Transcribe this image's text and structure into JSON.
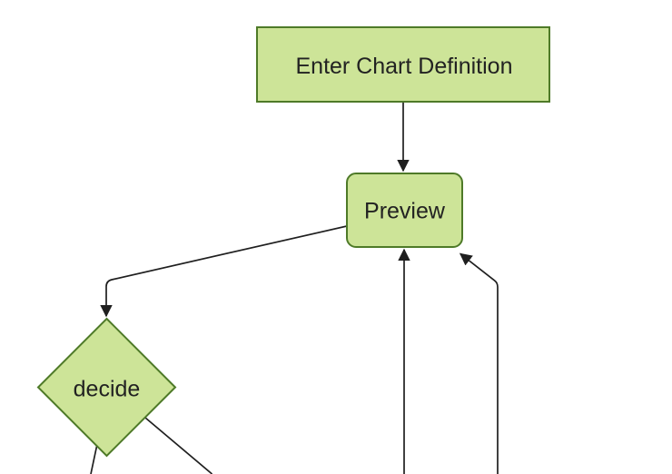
{
  "diagram": {
    "type": "flowchart",
    "direction": "top-down",
    "nodes": [
      {
        "id": "enter-chart-definition",
        "label": "Enter Chart Definition",
        "shape": "rectangle"
      },
      {
        "id": "preview",
        "label": "Preview",
        "shape": "rounded-rectangle"
      },
      {
        "id": "decide",
        "label": "decide",
        "shape": "diamond"
      }
    ],
    "edges": [
      {
        "from": "enter-chart-definition",
        "to": "preview",
        "arrowhead": true
      },
      {
        "from": "preview",
        "to": "decide",
        "arrowhead": true
      },
      {
        "from": "decide",
        "to": "offscreen-bottom-left",
        "arrowhead": false
      },
      {
        "from": "decide",
        "to": "offscreen-bottom-right",
        "arrowhead": false
      },
      {
        "from": "offscreen-bottom-center",
        "to": "preview",
        "arrowhead": true
      },
      {
        "from": "offscreen-bottom-right",
        "to": "preview",
        "arrowhead": true
      }
    ],
    "colors": {
      "background": "#ffffff",
      "node_fill": "#cde498",
      "node_border": "#4e7a28",
      "line": "#1f1f1f",
      "text": "#222222"
    }
  }
}
